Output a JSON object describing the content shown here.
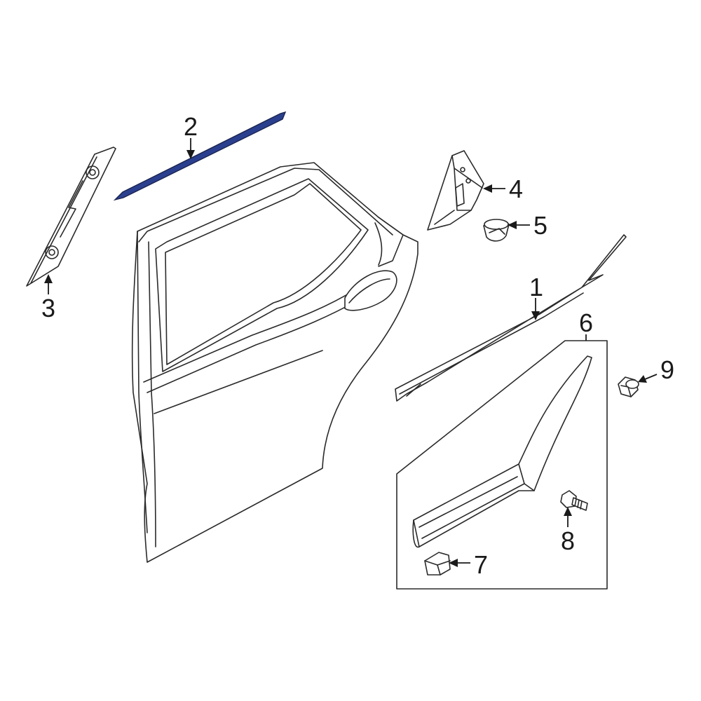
{
  "diagram": {
    "highlight_color": "#2b3f8f",
    "line_color": "#2a2a2a",
    "callouts": [
      {
        "id": "1",
        "label": "1"
      },
      {
        "id": "2",
        "label": "2"
      },
      {
        "id": "3",
        "label": "3"
      },
      {
        "id": "4",
        "label": "4"
      },
      {
        "id": "5",
        "label": "5"
      },
      {
        "id": "6",
        "label": "6"
      },
      {
        "id": "7",
        "label": "7"
      },
      {
        "id": "8",
        "label": "8"
      },
      {
        "id": "9",
        "label": "9"
      }
    ]
  }
}
